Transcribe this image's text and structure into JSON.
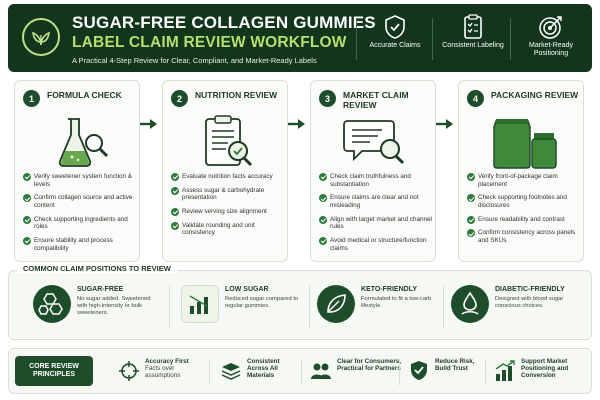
{
  "header": {
    "title_line1": "SUGAR-FREE COLLAGEN GUMMIES",
    "title_line2": "LABEL CLAIM REVIEW WORKFLOW",
    "subtitle": "A Practical 4-Step Review for Clear, Compliant, and Market-Ready Labels",
    "features": [
      {
        "icon": "shield-check-icon",
        "label": "Accurate Claims"
      },
      {
        "icon": "checklist-clipboard-icon",
        "label": "Consistent Labeling"
      },
      {
        "icon": "target-icon",
        "label": "Market-Ready Positioning"
      }
    ]
  },
  "steps": [
    {
      "number": "1",
      "title": "FORMULA CHECK",
      "icon": "flask-magnifier-icon",
      "items": [
        "Verify sweetener system function & levels",
        "Confirm collagen source and active content",
        "Check supporting ingredients and roles",
        "Ensure stability and process compatibility"
      ]
    },
    {
      "number": "2",
      "title": "NUTRITION REVIEW",
      "icon": "clipboard-magnifier-icon",
      "items": [
        "Evaluate nutrition facts accuracy",
        "Assess sugar & carbohydrate presentation",
        "Review serving size alignment",
        "Validate rounding and unit consistency"
      ]
    },
    {
      "number": "3",
      "title": "MARKET CLAIM REVIEW",
      "icon": "speech-bubble-magnifier-icon",
      "items": [
        "Check claim truthfulness and substantiation",
        "Ensure claims are clear and not misleading",
        "Align with target market and channel rules",
        "Avoid medical or structure/function claims"
      ]
    },
    {
      "number": "4",
      "title": "PACKAGING REVIEW",
      "icon": "pouch-bottle-icon",
      "items": [
        "Verify front-of-package claim placement",
        "Check supporting footnotes and disclosures",
        "Ensure readability and contrast",
        "Confirm consistency across panels and SKUs"
      ]
    }
  ],
  "claims": {
    "heading": "COMMON CLAIM POSITIONS TO REVIEW",
    "items": [
      {
        "icon": "hexagon-molecule-icon",
        "title": "SUGAR-FREE",
        "desc": "No sugar added. Sweetened with high-intensity or bulk sweeteners."
      },
      {
        "icon": "bar-chart-down-icon",
        "title": "LOW SUGAR",
        "desc": "Reduced sugar compared to regular gummies."
      },
      {
        "icon": "leaf-icon",
        "title": "KETO-FRIENDLY",
        "desc": "Formulated to fit a low-carb lifestyle."
      },
      {
        "icon": "blood-drop-hand-icon",
        "title": "DIABETIC-FRIENDLY",
        "desc": "Designed with blood sugar conscious choices."
      }
    ]
  },
  "core": {
    "label": "CORE REVIEW PRINCIPLES",
    "items": [
      {
        "icon": "crosshair-icon",
        "title": "Accuracy First",
        "sub": "Facts over assumptions"
      },
      {
        "icon": "layers-icon",
        "title": "Consistent Across All Materials",
        "sub": ""
      },
      {
        "icon": "people-icon",
        "title": "Clear for Consumers, Practical for Partners",
        "sub": ""
      },
      {
        "icon": "shield-check-icon",
        "title": "Reduce Risk, Build Trust",
        "sub": ""
      },
      {
        "icon": "growth-chart-icon",
        "title": "Support Market Positioning and Conversion",
        "sub": ""
      }
    ]
  },
  "colors": {
    "dark_green": "#12351c",
    "accent_green": "#b7df6e",
    "primary": "#1e4d2b",
    "check": "#2f7a3e"
  }
}
